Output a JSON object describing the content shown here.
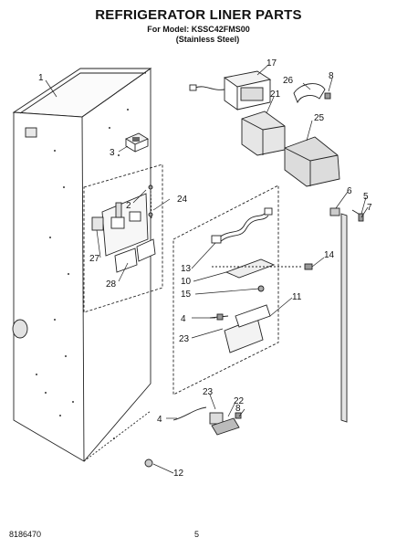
{
  "header": {
    "title": "REFRIGERATOR LINER PARTS",
    "model_line": "For Model: KSSC42FMS00",
    "finish_line": "(Stainless Steel)"
  },
  "callouts": [
    "1",
    "2",
    "3",
    "4",
    "4",
    "5",
    "6",
    "7",
    "8",
    "8",
    "10",
    "11",
    "12",
    "13",
    "14",
    "15",
    "17",
    "21",
    "22",
    "23",
    "23",
    "24",
    "25",
    "26",
    "27",
    "28"
  ],
  "footer": {
    "doc_number": "8186470",
    "page_number": "5"
  }
}
